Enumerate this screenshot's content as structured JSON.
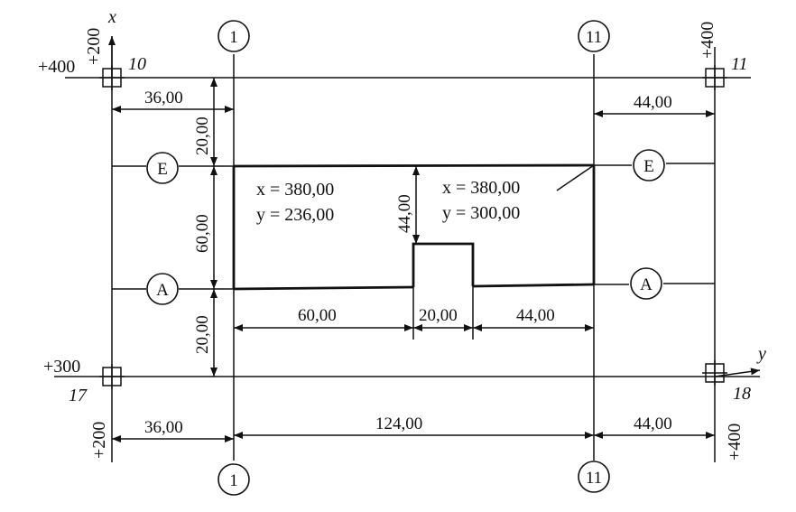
{
  "axes": {
    "x_label": "x",
    "y_label": "y"
  },
  "grid_bubbles": {
    "col_1": "1",
    "col_11": "11",
    "row_E": "E",
    "row_A": "A"
  },
  "points": {
    "p10": {
      "number": "10",
      "x_coord": "+400",
      "y_coord": "+200"
    },
    "p11": {
      "number": "11",
      "x_coord": "+400",
      "y_coord": "+400"
    },
    "p17": {
      "number": "17",
      "x_coord": "+300",
      "y_coord": "+200"
    },
    "p18": {
      "number": "18",
      "x_coord": "+300",
      "y_coord": "+400"
    }
  },
  "corner_left": {
    "x": "x = 380,00",
    "y": "y = 236,00"
  },
  "corner_right": {
    "x": "x = 380,00",
    "y": "y = 300,00"
  },
  "dimensions": {
    "top_left": "36,00",
    "top_right": "44,00",
    "left_upper": "20,00",
    "left_middle": "60,00",
    "left_lower": "20,00",
    "notch_height": "44,00",
    "inner_left": "60,00",
    "inner_mid": "20,00",
    "inner_right": "44,00",
    "bottom_left": "36,00",
    "bottom_mid": "124,00",
    "bottom_right": "44,00"
  }
}
